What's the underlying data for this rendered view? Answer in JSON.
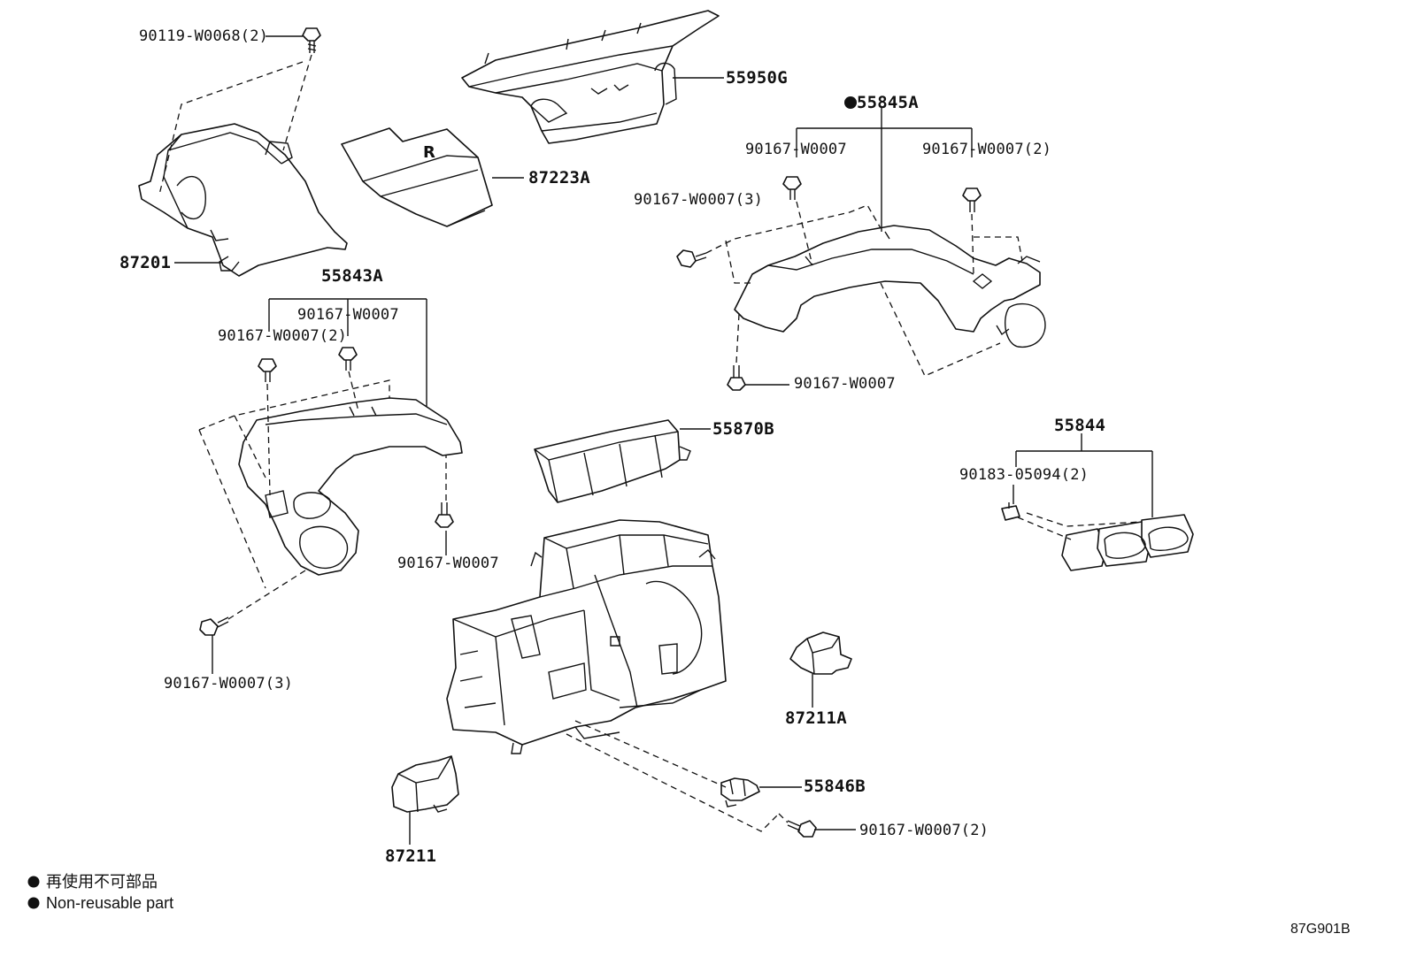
{
  "diagram": {
    "labels": {
      "bolt_top_left": "90119-W0068(2)",
      "duct_87201": "87201",
      "duct_55950g": "55950G",
      "cover_87223a": "87223A",
      "duct_55845a": "55845A",
      "screw_55845a_left": "90167-W0007",
      "screw_55845a_right": "90167-W0007(2)",
      "screw_55845a_side": "90167-W0007(3)",
      "screw_55845a_bottom": "90167-W0007",
      "duct_55843a": "55843A",
      "screw_55843a_mid": "90167-W0007",
      "screw_55843a_left": "90167-W0007(2)",
      "screw_55843a_right": "90167-W0007",
      "screw_55843a_bottom": "90167-W0007(3)",
      "filter_55870b": "55870B",
      "vent_55844": "55844",
      "clip_55844": "90183-05094(2)",
      "part_87211a": "87211A",
      "bracket_55846b": "55846B",
      "screw_55846b": "90167-W0007(2)",
      "part_87211": "87211"
    },
    "legend": [
      {
        "symbol": "●",
        "text": "再使用不可部品"
      },
      {
        "symbol": "●",
        "text": "Non-reusable part"
      }
    ],
    "figure_code": "87G901B",
    "non_reusable_marker": "●"
  }
}
